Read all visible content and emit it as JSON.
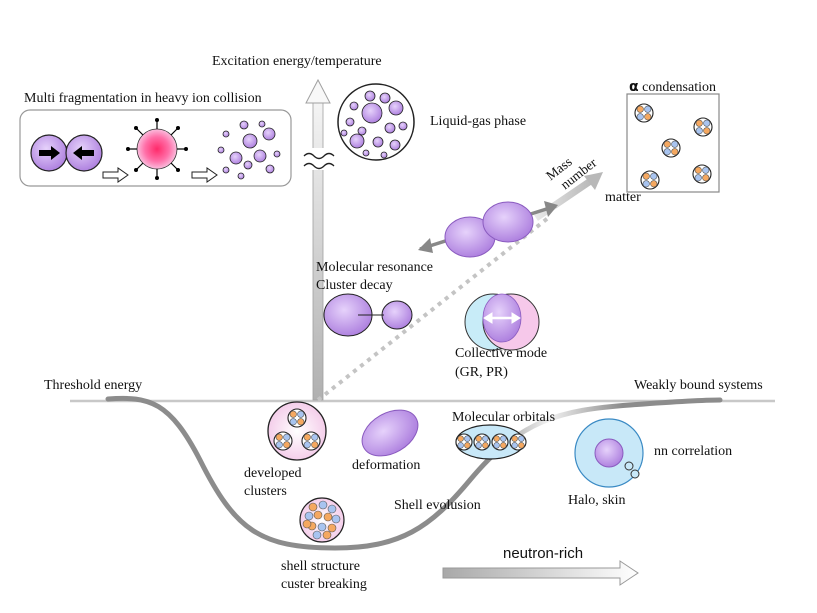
{
  "labels": {
    "excitation_axis": "Excitation energy/temperature",
    "multifragmentation": "Multi fragmentation  in heavy ion collision",
    "liquid_gas": "Liquid-gas phase",
    "alpha_condensation_symbol": "α",
    "alpha_condensation_text": "condensation",
    "matter": "matter",
    "mass_number": [
      "Mass",
      "number"
    ],
    "molecular_resonance": "Molecular resonance",
    "cluster_decay": "Cluster decay",
    "collective_mode": "Collective mode",
    "collective_mode_detail": "(GR, PR)",
    "threshold_energy": "Threshold energy",
    "weakly_bound": "Weakly bound systems",
    "developed_clusters": [
      "developed",
      "clusters"
    ],
    "deformation": "deformation",
    "molecular_orbitals": "Molecular orbitals",
    "nn_correlation": "nn correlation",
    "halo_skin": "Halo, skin",
    "shell_evolution": "Shell evolusion",
    "shell_structure": "shell  structure",
    "cluster_breaking": "custer breaking",
    "neutron_rich": "neutron-rich"
  },
  "colors": {
    "nucleus_fill": "#b98be6",
    "nucleus_light": "#e0c8f5",
    "hot_core": "#ff3a7a",
    "proton": "#f5a860",
    "neutron": "#a8c4f0",
    "halo_fill": "#c8e8f8",
    "pink_fill": "#f8c8e8",
    "axis_gray": "#c8c8c8",
    "curve_gray": "#909090",
    "box_border": "#999999"
  },
  "icons": [
    "arrow-right-icon",
    "arrow-left-icon",
    "hollow-arrow-icon",
    "break-mark-icon",
    "double-arrow-icon"
  ]
}
